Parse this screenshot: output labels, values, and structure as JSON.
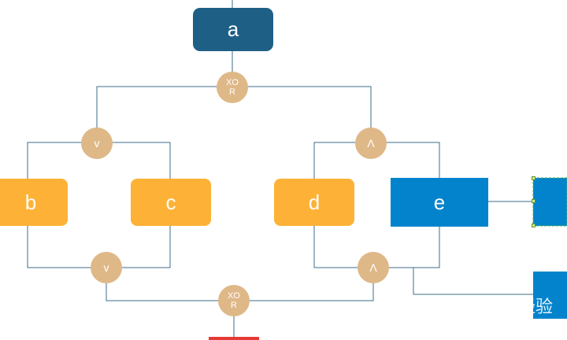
{
  "nodes": {
    "a": "a",
    "b": "b",
    "c": "c",
    "d": "d",
    "e": "e"
  },
  "gates": {
    "xor_top": "XO R",
    "or_top": "v",
    "and_top": "Λ",
    "or_bottom": "v",
    "and_bottom": "Λ",
    "xor_bottom": "XO R"
  },
  "colors": {
    "root_node": "#1e5f86",
    "leaf_node": "#fdb237",
    "selected_node": "#0283cc",
    "gate": "#dfb888",
    "connector": "#3d6e8a",
    "bottom_node": "#e53935"
  },
  "watermark": "经验"
}
